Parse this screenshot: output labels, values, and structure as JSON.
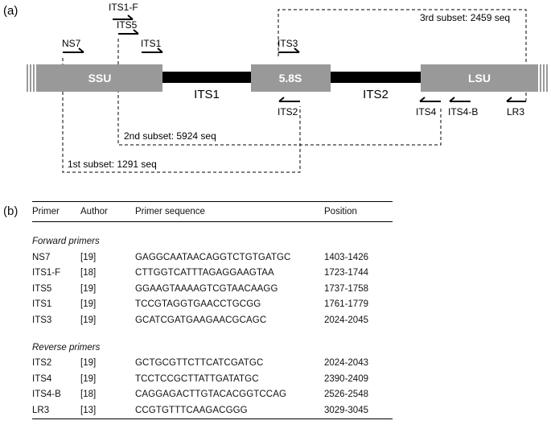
{
  "panel_a_label": "(a)",
  "panel_b_label": "(b)",
  "regions": {
    "ssu": "SSU",
    "its1": "ITS1",
    "s58": "5.8S",
    "its2": "ITS2",
    "lsu": "LSU"
  },
  "primer_labels": {
    "its1f": "ITS1-F",
    "its5": "ITS5",
    "ns7": "NS7",
    "its1": "ITS1",
    "its3": "ITS3",
    "its2": "ITS2",
    "its4": "ITS4",
    "its4b": "ITS4-B",
    "lr3": "LR3"
  },
  "subsets": {
    "third": "3rd subset: 2459 seq",
    "second": "2nd subset: 5924 seq",
    "first": "1st subset: 1291 seq"
  },
  "table": {
    "headers": [
      "Primer",
      "Author",
      "Primer sequence",
      "Position"
    ],
    "forward_label": "Forward primers",
    "forward": [
      [
        "NS7",
        "[19]",
        "GAGGCAATAACAGGTCTGTGATGC",
        "1403-1426"
      ],
      [
        "ITS1-F",
        "[18]",
        "CTTGGTCATTTAGAGGAAGTAA",
        "1723-1744"
      ],
      [
        "ITS5",
        "[19]",
        "GGAAGTAAAAGTCGTAACAAGG",
        "1737-1758"
      ],
      [
        "ITS1",
        "[19]",
        "TCCGTAGGTGAACCTGCGG",
        "1761-1779"
      ],
      [
        "ITS3",
        "[19]",
        "GCATCGATGAAGAACGCAGC",
        "2024-2045"
      ]
    ],
    "reverse_label": "Reverse primers",
    "reverse": [
      [
        "ITS2",
        "[19]",
        "GCTGCGTTCTTCATCGATGC",
        "2024-2043"
      ],
      [
        "ITS4",
        "[19]",
        "TCCTCCGCTTATTGATATGC",
        "2390-2409"
      ],
      [
        "ITS4-B",
        "[18]",
        "CAGGAGACTTGTACACGGTCCAG",
        "2526-2548"
      ],
      [
        "LR3",
        "[13]",
        "CCGTGTTTCAAGACGGG",
        "3029-3045"
      ]
    ]
  },
  "colors": {
    "gene_box": "#999999",
    "spacer_line": "#000000"
  }
}
